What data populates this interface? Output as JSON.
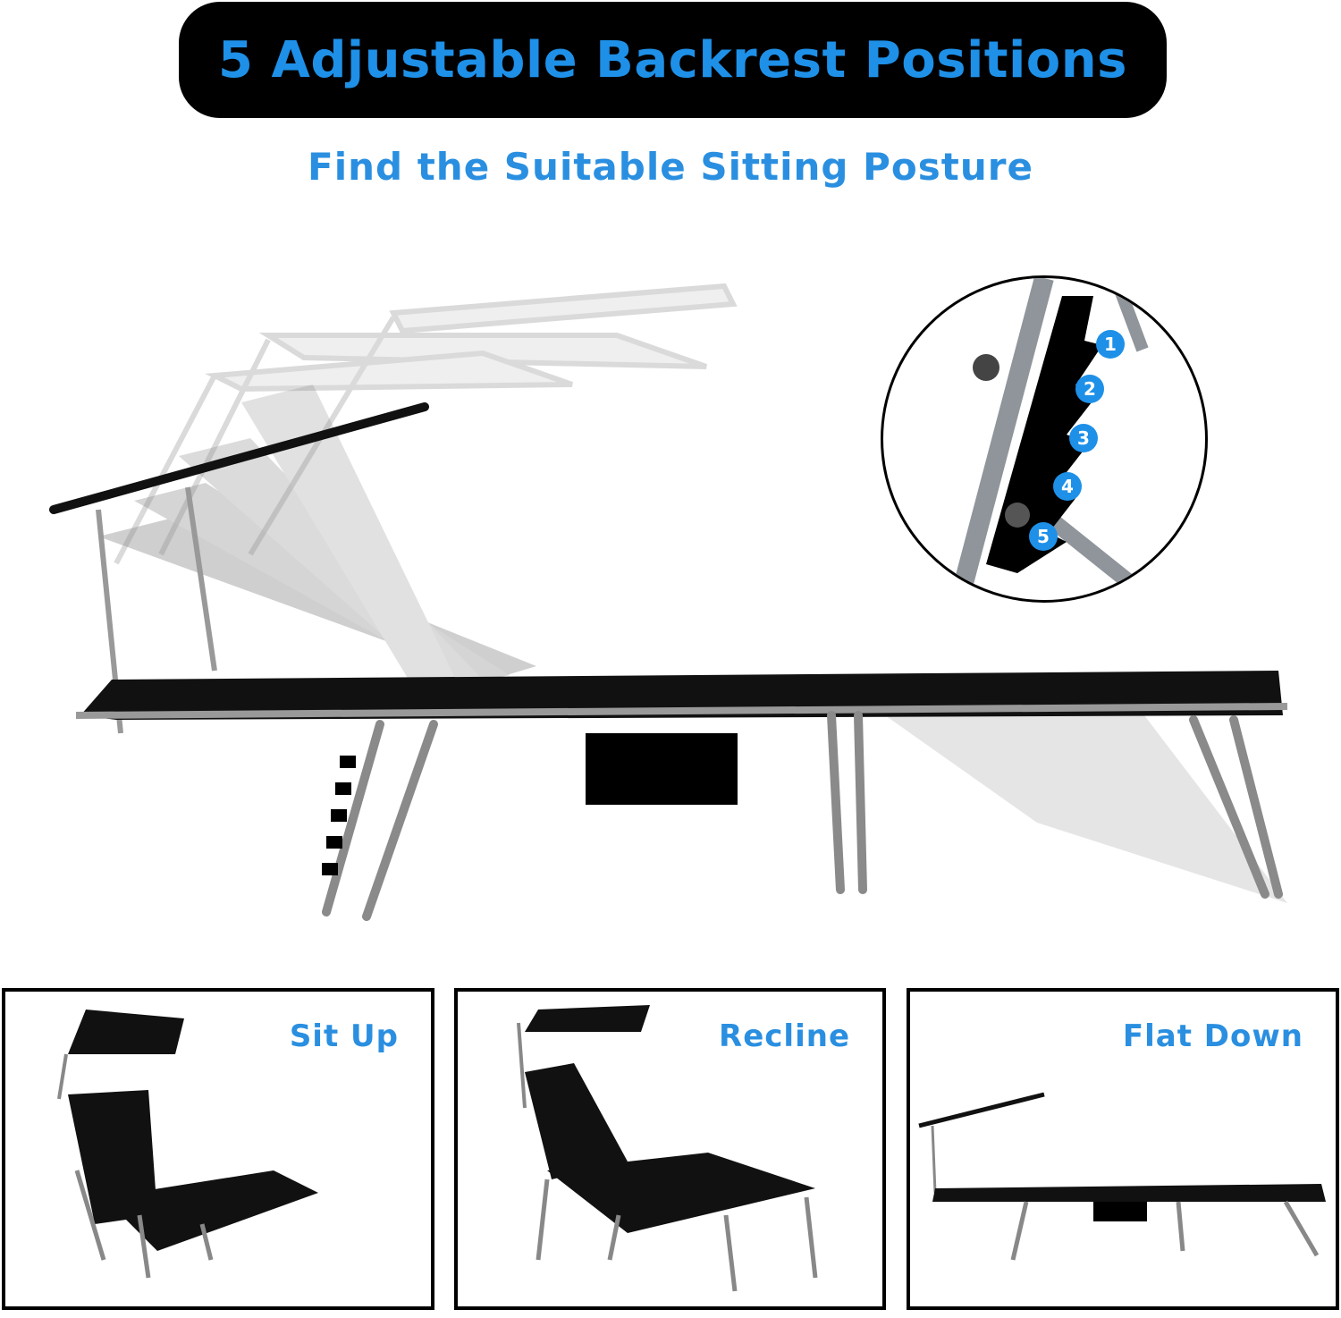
{
  "header": {
    "title": "5 Adjustable Backrest Positions",
    "subtitle": "Find the Suitable Sitting Posture"
  },
  "detail": {
    "positions": [
      "1",
      "2",
      "3",
      "4",
      "5"
    ]
  },
  "panels": [
    {
      "label": "Sit Up"
    },
    {
      "label": "Recline"
    },
    {
      "label": "Flat Down"
    }
  ],
  "colors": {
    "accent": "#1e90e8",
    "frame": "#8a8a8a",
    "fabric": "#111111"
  }
}
